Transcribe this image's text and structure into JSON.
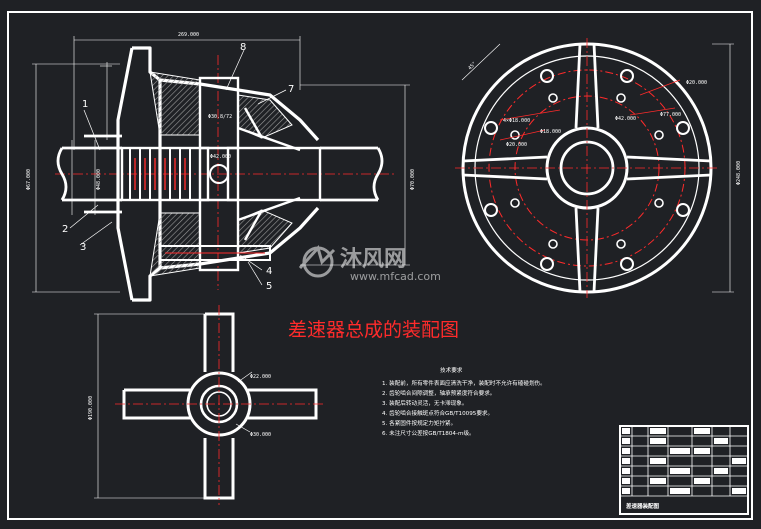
{
  "drawing": {
    "title": "差速器总成的装配图",
    "part_labels": [
      "1",
      "2",
      "3",
      "4",
      "5",
      "7",
      "8"
    ],
    "section_dims": {
      "top_width": "269.000",
      "left_height": "Φ67.000",
      "right_height": "Φ70.000",
      "spline": "Φ48.000",
      "seal": "Φ30.8/72",
      "inner": "Φ42.000"
    },
    "circle_dims": {
      "angle": "45°",
      "bolt_a": "4×Φ18.000",
      "bolt_b": "Φ20.000",
      "bolt_c": "Φ18.000",
      "bolt_d": "Φ77.000",
      "bolt_e": "Φ42.000",
      "outer_r": "Φ20.000",
      "right_height": "Φ248.000"
    },
    "cross_dims": {
      "left_height": "Φ190.000",
      "arm": "Φ22.000",
      "hub": "Φ30.000"
    }
  },
  "notes": {
    "heading": "技术要求",
    "lines": [
      "1. 装配前，所有零件表面应清洗干净，装配时不允许有磕碰划伤。",
      "2. 齿轮啮合间隙调整，轴承预紧度符合要求。",
      "3. 装配后转动灵活，无卡滞现象。",
      "4. 齿轮啮合接触斑点符合GB/T10095要求。",
      "5. 各紧固件按规定力矩拧紧。",
      "6. 未注尺寸公差按GB/T1804-m级。"
    ]
  },
  "title_block": {
    "caption": "差速器装配图"
  },
  "watermark": {
    "brand": "沐风网",
    "url": "www.mfcad.com"
  },
  "colors": {
    "background": "#1f2125",
    "line": "#ffffff",
    "accent": "#ff2b2b",
    "hatch": "#9a9a9a"
  }
}
